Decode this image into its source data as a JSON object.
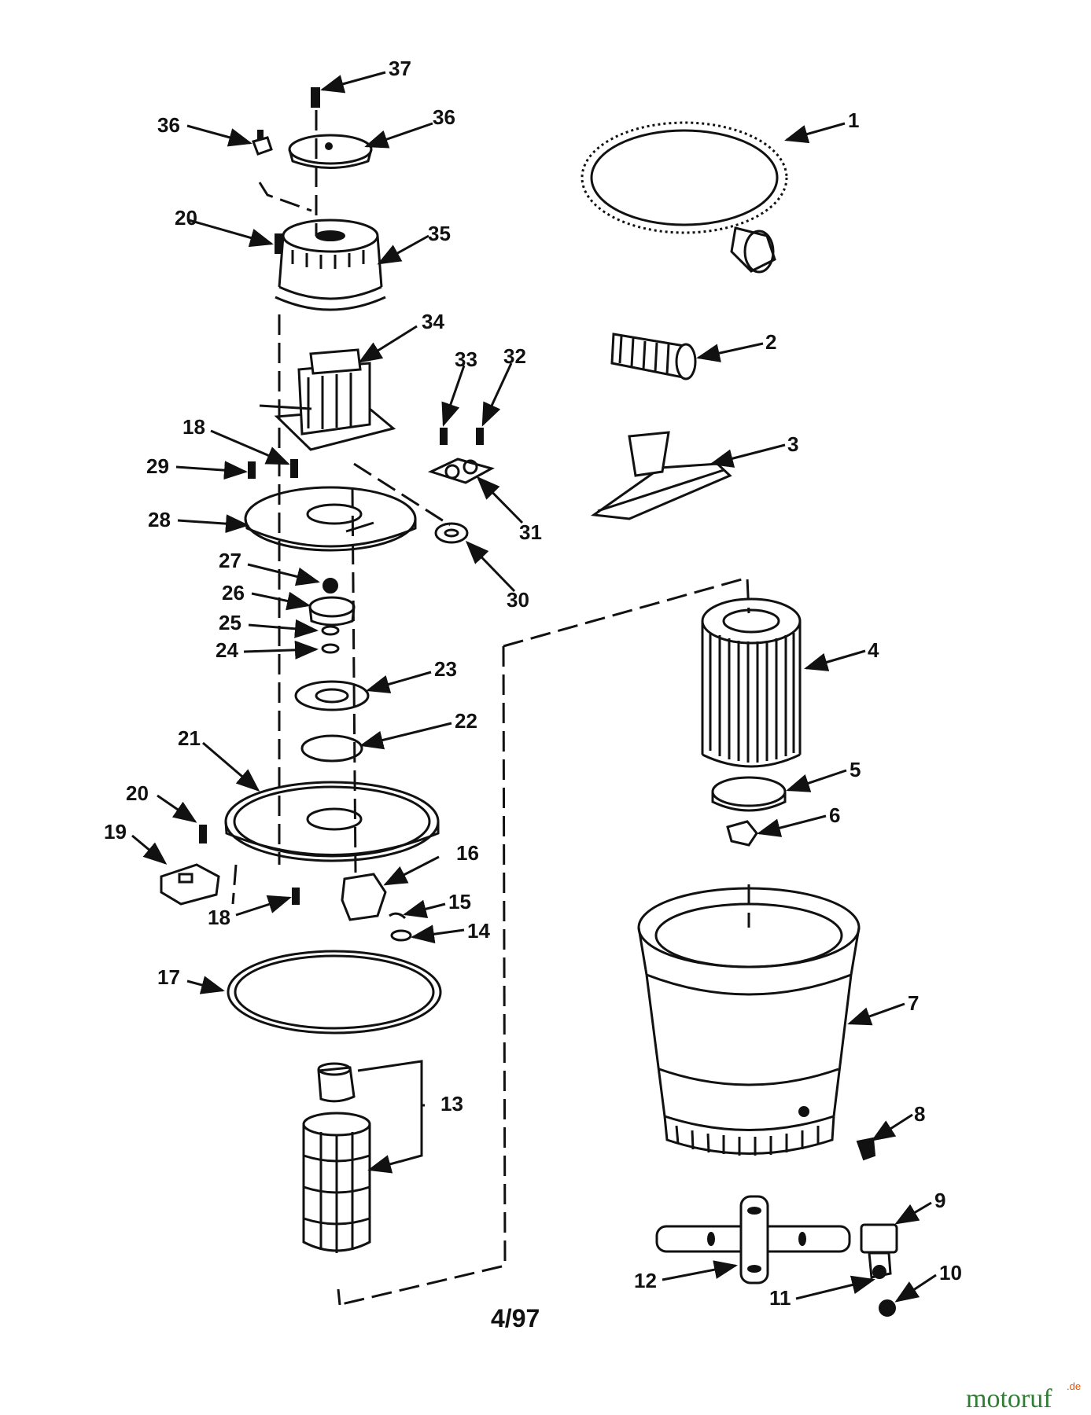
{
  "drawing": {
    "date_code": "4/97",
    "watermark": {
      "brand": "motoruf",
      "suffix": ".de",
      "brand_color": "#2e7d32",
      "accent_color": "#e65100"
    }
  },
  "callouts": [
    {
      "id": "c1",
      "label": "1"
    },
    {
      "id": "c2",
      "label": "2"
    },
    {
      "id": "c3",
      "label": "3"
    },
    {
      "id": "c4",
      "label": "4"
    },
    {
      "id": "c5",
      "label": "5"
    },
    {
      "id": "c6",
      "label": "6"
    },
    {
      "id": "c7",
      "label": "7"
    },
    {
      "id": "c8",
      "label": "8"
    },
    {
      "id": "c9",
      "label": "9"
    },
    {
      "id": "c10",
      "label": "10"
    },
    {
      "id": "c11",
      "label": "11"
    },
    {
      "id": "c12",
      "label": "12"
    },
    {
      "id": "c13",
      "label": "13"
    },
    {
      "id": "c14",
      "label": "14"
    },
    {
      "id": "c15",
      "label": "15"
    },
    {
      "id": "c16",
      "label": "16"
    },
    {
      "id": "c17",
      "label": "17"
    },
    {
      "id": "c18a",
      "label": "18"
    },
    {
      "id": "c18b",
      "label": "18"
    },
    {
      "id": "c19",
      "label": "19"
    },
    {
      "id": "c20a",
      "label": "20"
    },
    {
      "id": "c20b",
      "label": "20"
    },
    {
      "id": "c21",
      "label": "21"
    },
    {
      "id": "c22",
      "label": "22"
    },
    {
      "id": "c23",
      "label": "23"
    },
    {
      "id": "c24",
      "label": "24"
    },
    {
      "id": "c25",
      "label": "25"
    },
    {
      "id": "c26",
      "label": "26"
    },
    {
      "id": "c27",
      "label": "27"
    },
    {
      "id": "c28",
      "label": "28"
    },
    {
      "id": "c29",
      "label": "29"
    },
    {
      "id": "c30",
      "label": "30"
    },
    {
      "id": "c31",
      "label": "31"
    },
    {
      "id": "c32",
      "label": "32"
    },
    {
      "id": "c33",
      "label": "33"
    },
    {
      "id": "c34",
      "label": "34"
    },
    {
      "id": "c35",
      "label": "35"
    },
    {
      "id": "c36a",
      "label": "36"
    },
    {
      "id": "c36b",
      "label": "36"
    },
    {
      "id": "c37",
      "label": "37"
    }
  ]
}
